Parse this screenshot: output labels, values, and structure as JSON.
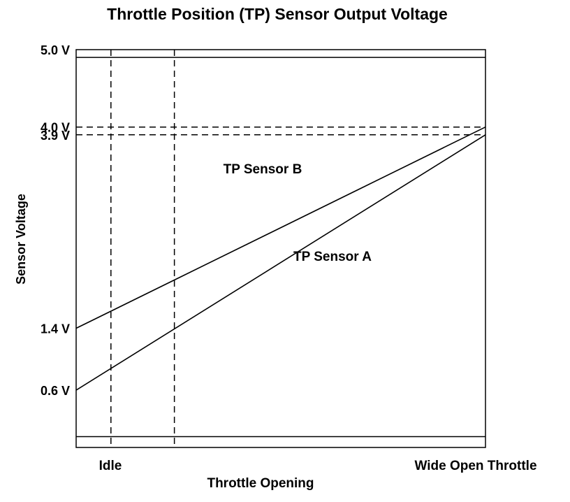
{
  "chart_data": {
    "type": "line",
    "title": "Throttle Position (TP) Sensor Output Voltage",
    "xlabel": "Throttle Opening",
    "ylabel": "Sensor Voltage",
    "x_categories": [
      "Idle",
      "Wide Open Throttle"
    ],
    "xlim": [
      0,
      1
    ],
    "ylim": [
      -0.14,
      5.0
    ],
    "y_ticks": [
      {
        "value": 5.0,
        "label": "5.0 V"
      },
      {
        "value": 4.0,
        "label": "4.0 V"
      },
      {
        "value": 3.9,
        "label": "3.9 V"
      },
      {
        "value": 1.4,
        "label": "1.4 V"
      },
      {
        "value": 0.6,
        "label": "0.6 V"
      }
    ],
    "reference_lines": {
      "horizontal_solid": [
        4.9,
        0.0
      ],
      "horizontal_dashed": [
        4.0,
        3.9
      ],
      "vertical_dashed": [
        0.085,
        0.24
      ]
    },
    "series": [
      {
        "name": "TP Sensor B",
        "x": [
          0,
          1
        ],
        "y": [
          1.4,
          4.0
        ]
      },
      {
        "name": "TP Sensor A",
        "x": [
          0,
          1
        ],
        "y": [
          0.6,
          3.9
        ]
      }
    ],
    "grid": false,
    "legend": "inline labels"
  }
}
